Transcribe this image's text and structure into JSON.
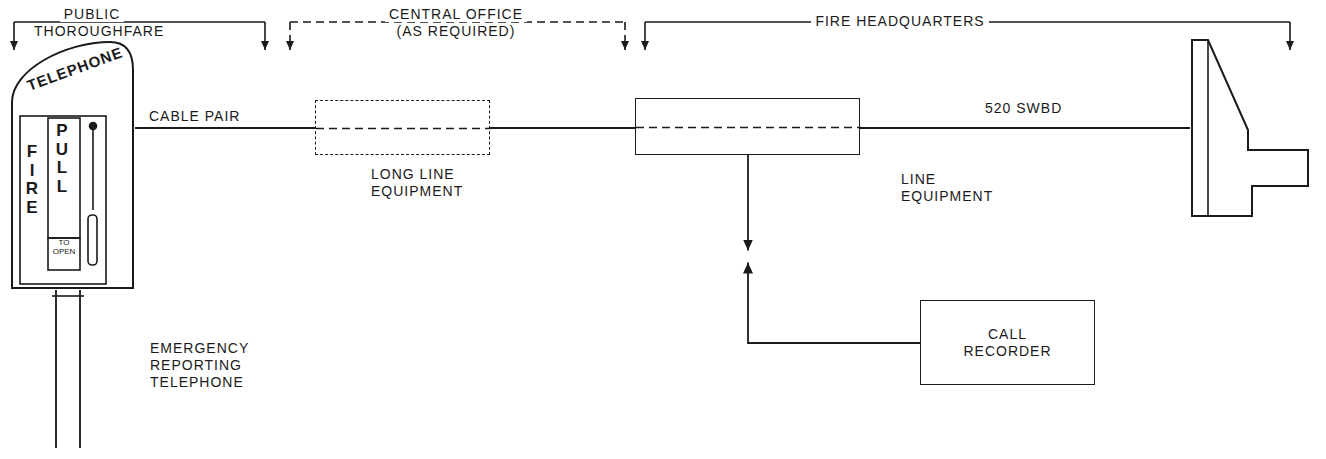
{
  "diagram": {
    "nodes": [
      {
        "text": [
          "TELEPHONE",
          "FIRE",
          "PULL",
          "TO OPEN"
        ]
      },
      {
        "text": [
          "LONG LINE EQUIPMENT"
        ]
      },
      {
        "text": [
          "LINE EQUIPMENT"
        ]
      },
      {
        "text": [
          "CALL RECORDER"
        ]
      },
      {
        "text": [
          "520 SWBD"
        ]
      }
    ],
    "edges": [
      {
        "from": 0,
        "to": 1,
        "arrow": "none",
        "label": "CABLE PAIR"
      },
      {
        "from": 1,
        "to": 2,
        "arrow": "none"
      },
      {
        "from": 2,
        "to": 4,
        "arrow": "none"
      },
      {
        "from": 2,
        "to": 3,
        "arrow": "both"
      }
    ],
    "labels": [
      "PUBLIC THOROUGHFARE",
      "CENTRAL OFFICE (AS REQUIRED)",
      "FIRE HEADQUARTERS",
      "EMERGENCY REPORTING TELEPHONE"
    ]
  }
}
